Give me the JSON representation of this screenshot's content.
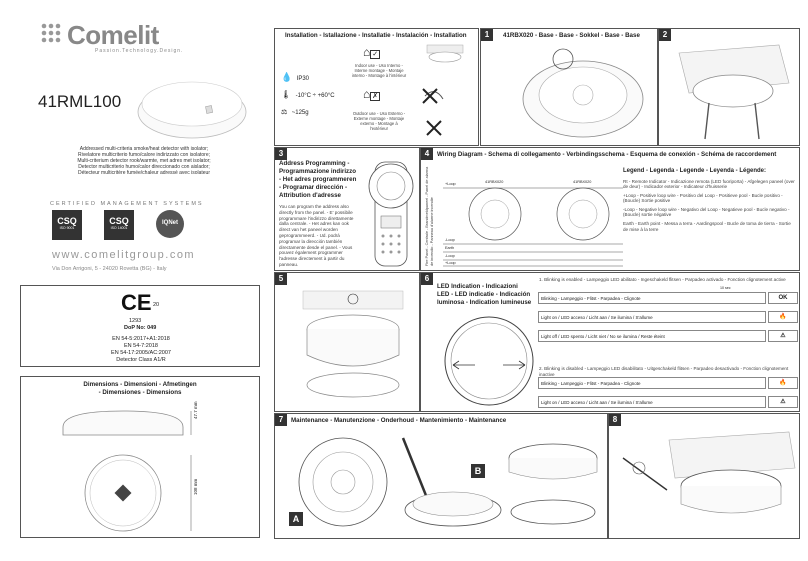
{
  "brand": {
    "logo_text": "Comelit",
    "tagline": "Passion.Technology.Design."
  },
  "product": {
    "code": "41RML100",
    "description_lines": [
      "Addressed multi-criteria smoke/heat detector with isolator;",
      "Rivelatore multicriterio fumo/calore indirizzato con isolatore;",
      "Multi-criterium detector rook/warmte, met adres met isolator;",
      "Detector multicriterio humo/calor direccionado con aislador;",
      "Détecteur multicritère fumée/chaleur adressé avec isolateur"
    ]
  },
  "certification": {
    "heading": "CERTIFIED MANAGEMENT SYSTEMS",
    "badges": [
      {
        "label": "CSQ",
        "sub": "ISO 9001"
      },
      {
        "label": "CSQ",
        "sub": "ISO 14001"
      },
      {
        "label": "IQNet",
        "sub": ""
      }
    ]
  },
  "contact": {
    "website": "www.comelitgroup.com",
    "address": "Via Don Arrigoni, 5 - 24020 Rovetta (BG) - Italy"
  },
  "ce_box": {
    "mark": "CE",
    "year": "20",
    "body_number": "1293",
    "dop": "DoP No: 049",
    "standards": [
      "EN 54-5:2017+A1:2018",
      "EN 54-7:2018",
      "EN 54-17:2005/AC:2007",
      "Detector Class A1/R"
    ]
  },
  "dimensions": {
    "title_line1": "Dimensions - Dimensioni - Afmetingen",
    "title_line2": "- Dimensiones - Dimensions",
    "height": "47.7 mm",
    "diameter": "108 mm"
  },
  "installation": {
    "title": "Installation - Istallazione - Installatie - Instalación - Installation",
    "ip": "IP30",
    "temp": "-10°C ÷ +60°C",
    "weight": "~125g",
    "indoor": "Indoor use - Uso Interno - Interne montage - Montaje interno - Montage à l'intérieur",
    "outdoor": "Outdoor use - Uso Esterno - Externe montage - Montaje externo - Montage à l'extérieur"
  },
  "panel1": {
    "num": "1",
    "title": "41RBX020 - Base - Base - Sokkel - Base - Base"
  },
  "panel2": {
    "num": "2"
  },
  "panel3": {
    "num": "3",
    "title_lines": [
      "Address Programming -",
      "Programmazione indirizzo",
      "- Het adres programmeren",
      "- Programar dirección -",
      "Attribution d'adresse"
    ],
    "body": "You can program the address also directly from the panel. - E' possibile programmare l'indirizzo direttamente dalla centrale. - Het adres kan ook direct van het paneel worden geprogrammeerd. - Ud. podrá programar la dirección también directamente desde el panel. - Vous pouvez également programmer l'adresse directement à partir du panneau."
  },
  "panel4": {
    "num": "4",
    "title": "Wiring Diagram - Schema di collegamento - Verbindingsschema - Esquema de conexión - Schéma de raccordement",
    "side_label": "Fire Panel - Centrale - Brandmeldpaneel - Panel de alarma de incendio - Panneau d'alarme incendie",
    "base_labels": [
      "41RBX020",
      "41RBX020"
    ],
    "wire_labels": [
      "+Loop",
      "-Loop",
      "Earth",
      "-Loop",
      "+Loop"
    ],
    "legend_title": "Legend - Legenda - Legende - Leyenda - Légende:",
    "legend_items": [
      "Rt - Remote Indicator - Indicazione remota (LED fuoriporta) - Afgelegen paneel (over de deur) - Indicador exterior - Indicateur d'huisserie",
      "+Loop - Positive loop wire - Positivo del Loop - Positieve pool - Bucle positivo - (Boucle) Sortie positive",
      "-Loop - Negative loop wire - Negativo del Loop - Negatieve pool - Bucle negativo - (Boucle) sortie négative",
      "Earth - Earth point - Messa a terra - Aardingspool - Bucle de toma de tierra - Sortie de mise à la terre"
    ]
  },
  "panel5": {
    "num": "5"
  },
  "panel6": {
    "num": "6",
    "title_lines": [
      "LED Indication - Indicazioni",
      "LED - LED indicatie - Indicación",
      "luminosa - Indication lumineuse"
    ],
    "enabled_heading": "1. Blinking is enabled - Lampeggio LED abilitato - Ingeschakeld flitsen - Parpadeo activado - Fonction clignotement active",
    "disabled_heading": "2. Blinking is disabled - Lampeggio LED disabilitato - Uitgeschakeld flitsen - Parpadeo desactivado - Fonction clignotement inactive",
    "rows_enabled": [
      {
        "text": "Blinking - Lampeggio - Flitst - Parpadea - Clignote",
        "status": "OK",
        "timing": "10 sec"
      },
      {
        "text": "Light on / LED acceso / Licht aan / Se ilumina / S'allume",
        "status": "fire"
      },
      {
        "text": "Light off / LED spento / Licht niet / No se ilumina / Reste éteint",
        "status": "fault"
      }
    ],
    "rows_disabled": [
      {
        "text": "Blinking - Lampeggio - Flitst - Parpadea - Clignote",
        "status": "ok-off"
      },
      {
        "text": "Light on / LED acceso / Licht aan / Se ilumina / S'allume",
        "status": "fire"
      }
    ]
  },
  "panel7": {
    "num": "7",
    "title": "Maintenance - Manutenzione - Onderhoud - Mantenimiento - Maintenance",
    "labels": [
      "A",
      "B"
    ]
  },
  "panel8": {
    "num": "8"
  }
}
